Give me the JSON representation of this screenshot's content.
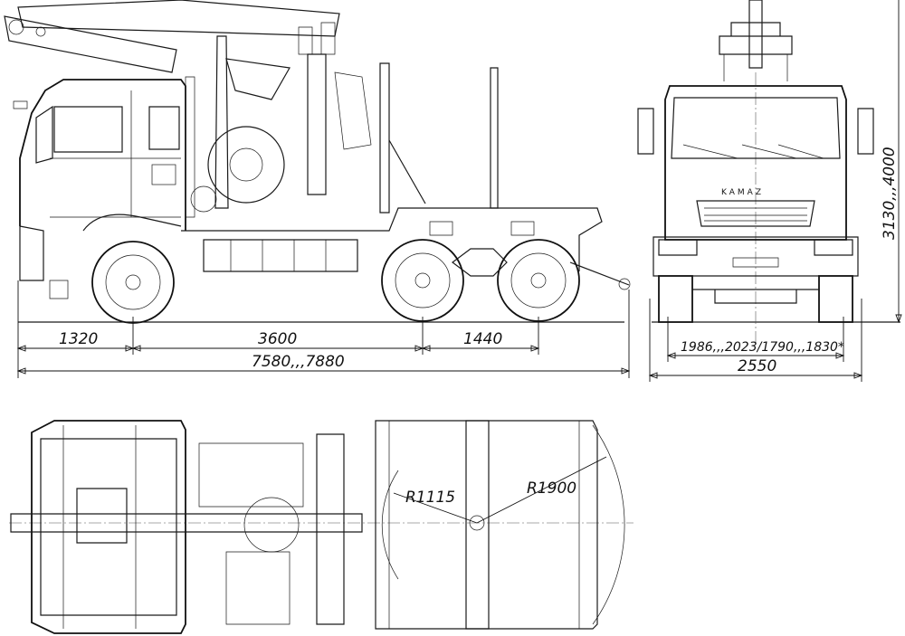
{
  "views": {
    "side": {
      "dimensions": {
        "front_overhang": "1320",
        "wheelbase": "3600",
        "bogie": "1440",
        "overall_length": "7580,,,7880"
      }
    },
    "front": {
      "brand": "KAMAZ",
      "dimensions": {
        "track": "1986,,,2023/1790,,,1830*",
        "overall_width": "2550",
        "overall_height": "3130,,,4000"
      }
    },
    "top": {
      "dimensions": {
        "inner_radius": "R1115",
        "outer_radius": "R1900"
      }
    }
  },
  "colors": {
    "line": "#1a1a1a",
    "background": "#ffffff"
  }
}
